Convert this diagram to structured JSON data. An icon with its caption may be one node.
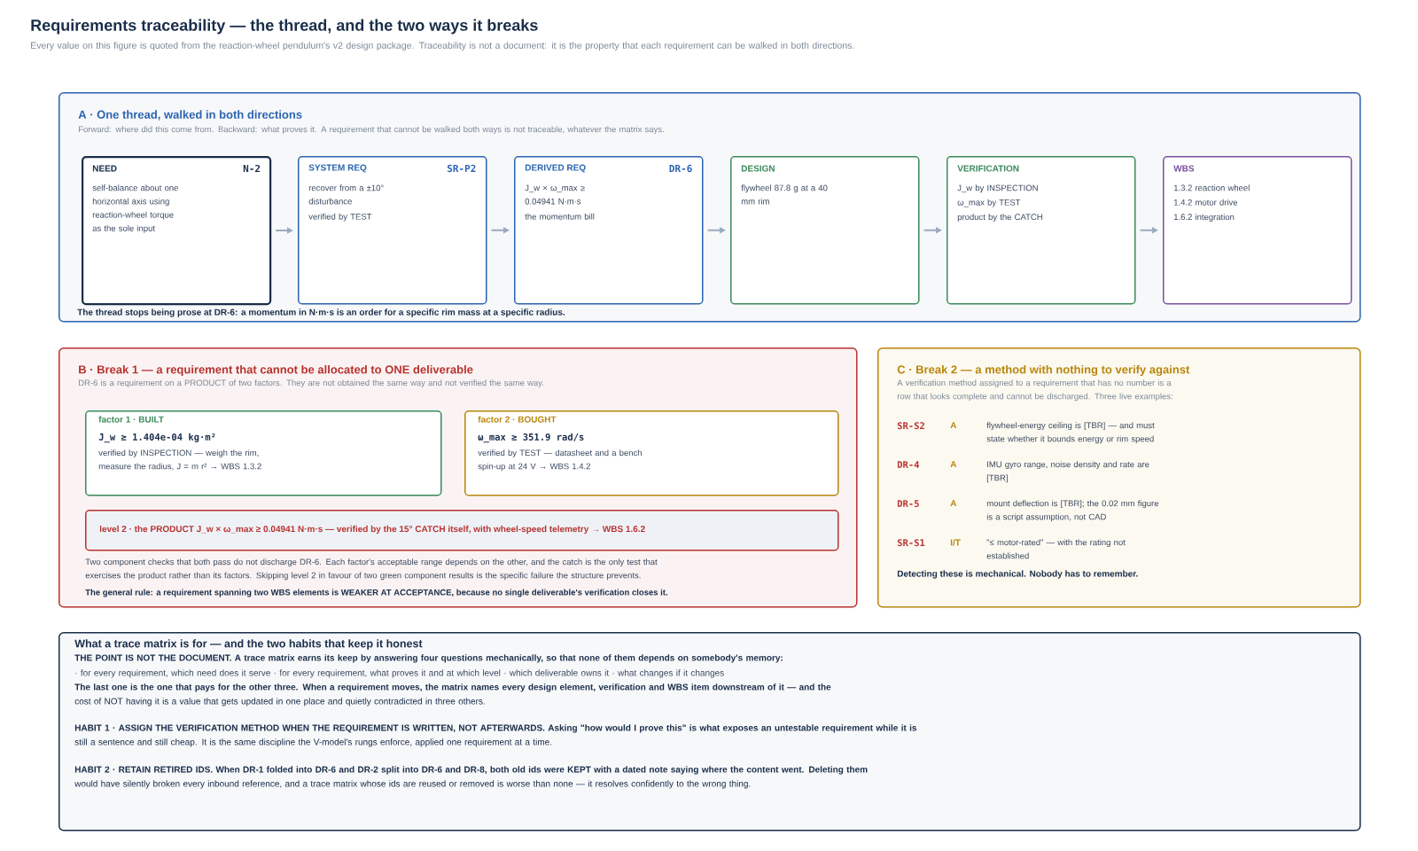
{
  "diagram": {
    "title": "Requirements traceability — the thread, and the two ways it breaks",
    "nodes": [
      {
        "text": [
          "A · One thread, walked in both directions",
          "Forward: where did this come from. Backward: what proves it. A requirement that cannot be walked both ways is not traceable, whatever the matrix says.",
          "The thread stops being prose at DR-6: a momentum in N·m·s is an order for a specific rim mass at a specific radius."
        ]
      },
      {
        "text": [
          "NEED",
          "N-2",
          "self-balance about one horizontal axis using reaction-wheel torque as the sole input"
        ],
        "in": 0
      },
      {
        "text": [
          "SYSTEM REQ",
          "SR-P2",
          "recover from a ±10° disturbance",
          "verified by TEST"
        ],
        "in": 0
      },
      {
        "text": [
          "DERIVED REQ",
          "DR-6",
          "J_w × ω_max ≥ 0.04941 N·m·s",
          "the momentum bill"
        ],
        "in": 0
      },
      {
        "text": [
          "DESIGN",
          "flywheel 87.8 g at a 40 mm rim"
        ],
        "in": 0
      },
      {
        "text": [
          "VERIFICATION",
          "J_w by INSPECTION",
          "ω_max by TEST",
          "product by the CATCH"
        ],
        "in": 0
      },
      {
        "text": [
          "WBS",
          "1.3.2 reaction wheel",
          "1.4.2 motor drive",
          "1.6.2 integration"
        ],
        "in": 0
      },
      {
        "text": [
          "B · Break 1 — a requirement that cannot be allocated to ONE deliverable",
          "DR-6 is a requirement on a PRODUCT of two factors. They are not obtained the same way and not verified the same way.",
          "Two component checks that both pass do not discharge DR-6. Each factor's acceptable range depends on the other, and the catch is the only test that exercises the product rather than its factors. Skipping level 2 in favour of two green component results is the specific failure the structure prevents.",
          "The general rule: a requirement spanning two WBS elements is WEAKER AT ACCEPTANCE, because no single deliverable's verification closes it."
        ]
      },
      {
        "text": [
          "factor 1 · BUILT",
          "J_w ≥ 1.404e-04 kg·m²",
          "verified by INSPECTION — weigh the rim, measure the radius, J = m r² → WBS 1.3.2"
        ],
        "in": 7
      },
      {
        "text": [
          "factor 2 · BOUGHT",
          "ω_max ≥ 351.9 rad/s",
          "verified by TEST — datasheet and a bench spin-up at 24 V → WBS 1.4.2"
        ],
        "in": 7
      },
      {
        "text": [
          "level 2 · the PRODUCT J_w × ω_max ≥ 0.04941 N·m·s — verified by the 15° CATCH itself, with wheel-speed telemetry → WBS 1.6.2"
        ],
        "in": 7
      },
      {
        "text": [
          "C · Break 2 — a method with nothing to verify against",
          "A verification method assigned to a requirement that has no number is a row that looks complete and cannot be discharged. Three live examples:",
          "SR-S2",
          "A",
          "flywheel-energy ceiling is [TBR] — and must state whether it bounds energy or rim speed",
          "DR-4",
          "A",
          "IMU gyro range, noise density and rate are [TBR]",
          "DR-5",
          "A",
          "mount deflection is [TBR]; the 0.02 mm figure is a script assumption, not CAD",
          "SR-S1",
          "I/T",
          "\"≤ motor-rated\" — with the rating not established",
          "Detecting these is mechanical. Nobody has to remember."
        ]
      },
      {
        "text": [
          "What a trace matrix is for — and the two habits that keep it honest",
          "THE POINT IS NOT THE DOCUMENT. A trace matrix earns its keep by answering four questions mechanically, so that none of them depends on somebody's memory:",
          "· for every requirement, which need does it serve · for every requirement, what proves it and at which level · which deliverable owns it · what changes if it changes",
          "**The last one is the one that pays for the other three. When a requirement moves, the matrix names every design element, verification and WBS item downstream of it — and the** cost of NOT having it is a value that gets updated in one place and quietly contradicted in three others.",
          "**HABIT 1 · ASSIGN THE VERIFICATION METHOD WHEN THE REQUIREMENT IS WRITTEN, NOT AFTERWARDS. Asking \"how would I prove this\" is what exposes an untestable requirement while it is** still a sentence and still cheap. It is the same discipline the V-model's rungs enforce, applied one requirement at a time.",
          "**HABIT 2 · RETAIN RETIRED IDS. When DR-1 folded into DR-6 and DR-2 split into DR-6 and DR-8, both old ids were KEPT with a dated note saying where the content went. Deleting them** would have silently broken every inbound reference, and a trace matrix whose ids are reused or removed is worse than none — it resolves confidently to the wrong thing."
        ]
      }
    ],
    "edges": [
      {
        "from": 1,
        "to": 2,
        "arrow": "to"
      },
      {
        "from": 2,
        "to": 3,
        "arrow": "to"
      },
      {
        "from": 3,
        "to": 4,
        "arrow": "to"
      },
      {
        "from": 4,
        "to": 5,
        "arrow": "to"
      },
      {
        "from": 5,
        "to": 6,
        "arrow": "to"
      }
    ],
    "labels": [
      "Every value on this figure is quoted from the reaction-wheel pendulum's v2 design package. Traceability is not a document: it is the property that each requirement can be walked in both directions."
    ]
  }
}
